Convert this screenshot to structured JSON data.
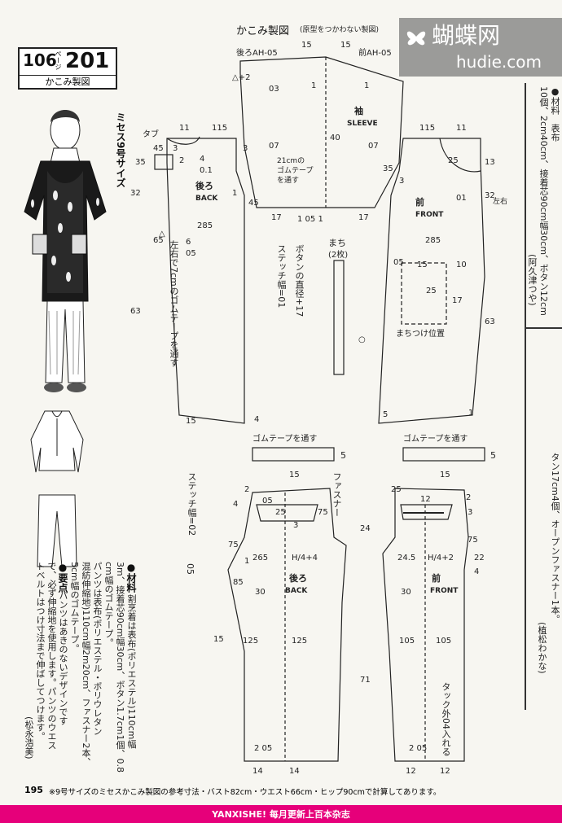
{
  "header": {
    "page_ref": "106",
    "page_unit": "ページ",
    "pattern_no": "201",
    "item_name": "かこみ製図",
    "title": "かこみ製図",
    "subtitle": "(原型をつかわない製図)"
  },
  "watermark": {
    "name": "蝴蝶网",
    "url": "hudie.com"
  },
  "size_label": "ミセス9号サイズ",
  "sleeve": {
    "ja": "袖",
    "en": "SLEEVE",
    "back_ah": "後ろAH-05",
    "front_ah": "前AH-05",
    "elastic_note": "21cmの\nゴムテープ\nを通す",
    "n15a": "15",
    "n15b": "15",
    "n2": "△+2",
    "n03": "03",
    "n1a": "1",
    "n1b": "1",
    "n07a": "07",
    "n07b": "07",
    "n40": "40",
    "n17a": "17",
    "n17b": "17",
    "n105": "1 05 1"
  },
  "back_body": {
    "ja": "後ろ",
    "en": "BACK",
    "tab": "タブ",
    "n11": "11",
    "n115": "115",
    "n45a": "45",
    "n3a": "3",
    "n35": "35",
    "n2": "2",
    "n01": "0.1",
    "n4": "4",
    "n3b": "3",
    "n45b": "45",
    "n1": "1",
    "n32": "32",
    "n285": "285",
    "n65": "65",
    "n6": "6",
    "n05": "05",
    "n63": "63",
    "n15": "15",
    "n4b": "4",
    "sew_note": "左右で7cmのゴムテープを通す",
    "button_note": "ボタンの直径+17",
    "stitch_note": "ステッチ幅=01",
    "tri": "△",
    "circ": "○"
  },
  "front_body": {
    "ja": "前",
    "en": "FRONT",
    "n115": "115",
    "n11": "11",
    "n13": "13",
    "n25a": "25",
    "n35": "35",
    "n3": "3",
    "n01": "01",
    "n32": "32",
    "n285": "285",
    "n05": "05",
    "n15a": "15",
    "n10": "10",
    "n25b": "25",
    "n17": "17",
    "n63": "63",
    "n5": "5",
    "pocket_pos": "まちつけ位置",
    "pocket_note": "左右",
    "n1": "1"
  },
  "gusset": {
    "label": "まち",
    "count": "(2枚)"
  },
  "waistbands": {
    "note_back": "ゴムテープを通す",
    "note_front": "ゴムテープを通す",
    "w15a": "15",
    "w15b": "15",
    "h5a": "5",
    "h5b": "5"
  },
  "back_pants": {
    "ja": "後ろ",
    "en": "BACK",
    "n2": "2",
    "n05": "05",
    "n4": "4",
    "n25": "25",
    "n3": "3",
    "n75a": "75",
    "n75b": "75",
    "n265": "265",
    "formula": "H/4+4",
    "n1": "1",
    "n85": "85",
    "n15": "15",
    "n30": "30",
    "n125a": "125",
    "n125b": "125",
    "n205": "2 05",
    "n14a": "14",
    "n14b": "14",
    "stitch": "ステッチ幅=02",
    "stitch2": "05"
  },
  "front_pants": {
    "ja": "前",
    "en": "FRONT",
    "n25": "25",
    "n12": "12",
    "n2": "2",
    "n3": "3",
    "n75": "75",
    "n245": "24.5",
    "formula": "H/4+2",
    "n22": "22",
    "n4": "4",
    "n24": "24",
    "zipper": "ファスナー",
    "n30": "30",
    "n105a": "105",
    "n105b": "105",
    "n71": "71",
    "tuck": "タック外04入れる",
    "n205": "2 05",
    "n12a": "12",
    "n12b": "12"
  },
  "materials": {
    "title": "●材料",
    "line1": "割烹着は表布(ポリエステル)110cm幅",
    "line2": "3m、接着芯90cm幅30cm、ボタン1.7cm1個、0.8",
    "line3": "cm幅のゴムテープ。",
    "line4": "パンツは表布(ポリエステル・ポリウレタン",
    "line5": "混紡伸縮地)110cm幅2m20cm、ファスナー2本、",
    "line6": "5cm幅のゴムテープ。",
    "points_title": "●要点",
    "points1": "パンツはあきのないデザインです",
    "points2": "で、必ず伸縮地を使用します。パンツのウエス",
    "points3": "トベルトはつけ寸法まで伸ばしてつけます。",
    "credit": "(松永浩美)"
  },
  "right_panel": {
    "t1": "●材料　表布",
    "t2": "10個、2cm40cm、接着芯90cm幅30cm、ボタン12cm",
    "t3": "(阿久津つや)",
    "t4": "タン17cm4個、オープンファスナー1本。",
    "t5": "(植松わかな)"
  },
  "footer": {
    "page_no": "195",
    "note": "※9号サイズのミセスかこみ製図の参考寸法・バスト82cm・ウエスト66cm・ヒップ90cmで計算してあります。",
    "bar_text": "YANXISHE! 每月更新上百本杂志"
  },
  "colors": {
    "accent": "#e6007a",
    "line": "#222222"
  }
}
